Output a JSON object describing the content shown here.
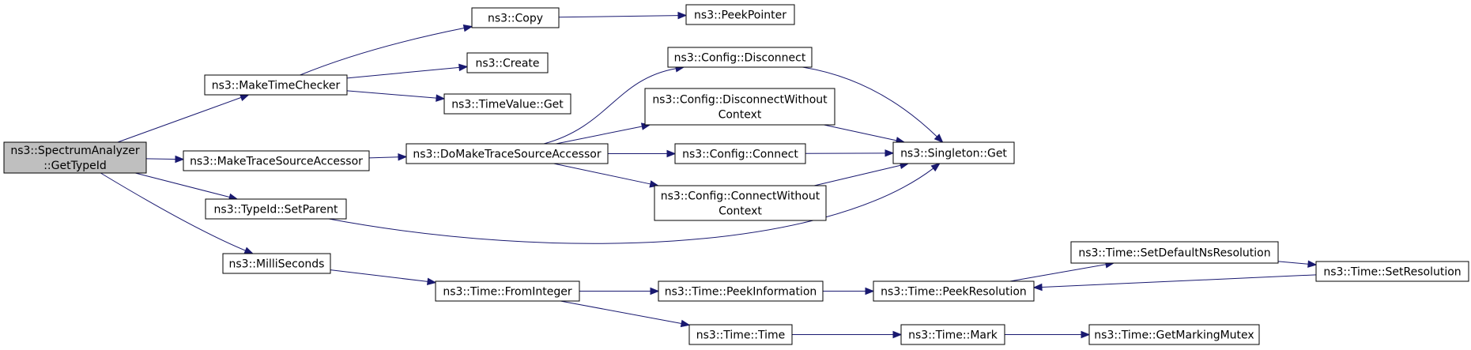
{
  "colors": {
    "edge": "#191970",
    "root_fill": "#bfbfbf",
    "node_fill": "#ffffff",
    "border": "#000000"
  },
  "nodes": {
    "root": [
      "ns3::SpectrumAnalyzer",
      "::GetTypeId"
    ],
    "make_time_checker": [
      "ns3::MakeTimeChecker"
    ],
    "make_trace_source_accessor": [
      "ns3::MakeTraceSourceAccessor"
    ],
    "set_parent": [
      "ns3::TypeId::SetParent"
    ],
    "milliseconds": [
      "ns3::MilliSeconds"
    ],
    "copy": [
      "ns3::Copy"
    ],
    "peek_pointer": [
      "ns3::PeekPointer"
    ],
    "create": [
      "ns3::Create"
    ],
    "timevalue_get": [
      "ns3::TimeValue::Get"
    ],
    "do_make_trace_source_accessor": [
      "ns3::DoMakeTraceSourceAccessor"
    ],
    "config_disconnect": [
      "ns3::Config::Disconnect"
    ],
    "config_disconnect_without_context": [
      "ns3::Config::DisconnectWithout",
      "Context"
    ],
    "config_connect": [
      "ns3::Config::Connect"
    ],
    "config_connect_without_context": [
      "ns3::Config::ConnectWithout",
      "Context"
    ],
    "singleton_get": [
      "ns3::Singleton::Get"
    ],
    "time_from_integer": [
      "ns3::Time::FromInteger"
    ],
    "time_peek_information": [
      "ns3::Time::PeekInformation"
    ],
    "time_peek_resolution": [
      "ns3::Time::PeekResolution"
    ],
    "time_set_default_ns_resolution": [
      "ns3::Time::SetDefaultNsResolution"
    ],
    "time_set_resolution": [
      "ns3::Time::SetResolution"
    ],
    "time_time": [
      "ns3::Time::Time"
    ],
    "time_mark": [
      "ns3::Time::Mark"
    ],
    "time_get_marking_mutex": [
      "ns3::Time::GetMarkingMutex"
    ]
  },
  "edges": [
    [
      "root",
      "make_time_checker"
    ],
    [
      "root",
      "make_trace_source_accessor"
    ],
    [
      "root",
      "set_parent"
    ],
    [
      "root",
      "milliseconds"
    ],
    [
      "make_time_checker",
      "copy"
    ],
    [
      "make_time_checker",
      "create"
    ],
    [
      "make_time_checker",
      "timevalue_get"
    ],
    [
      "copy",
      "peek_pointer"
    ],
    [
      "make_trace_source_accessor",
      "do_make_trace_source_accessor"
    ],
    [
      "do_make_trace_source_accessor",
      "config_disconnect"
    ],
    [
      "do_make_trace_source_accessor",
      "config_disconnect_without_context"
    ],
    [
      "do_make_trace_source_accessor",
      "config_connect"
    ],
    [
      "do_make_trace_source_accessor",
      "config_connect_without_context"
    ],
    [
      "config_disconnect",
      "singleton_get"
    ],
    [
      "config_disconnect_without_context",
      "singleton_get"
    ],
    [
      "config_connect",
      "singleton_get"
    ],
    [
      "config_connect_without_context",
      "singleton_get"
    ],
    [
      "set_parent",
      "singleton_get"
    ],
    [
      "milliseconds",
      "time_from_integer"
    ],
    [
      "time_from_integer",
      "time_peek_information"
    ],
    [
      "time_from_integer",
      "time_time"
    ],
    [
      "time_peek_information",
      "time_peek_resolution"
    ],
    [
      "time_peek_resolution",
      "time_set_default_ns_resolution"
    ],
    [
      "time_set_default_ns_resolution",
      "time_set_resolution"
    ],
    [
      "time_set_resolution",
      "time_peek_resolution"
    ],
    [
      "time_time",
      "time_mark"
    ],
    [
      "time_mark",
      "time_get_marking_mutex"
    ]
  ]
}
